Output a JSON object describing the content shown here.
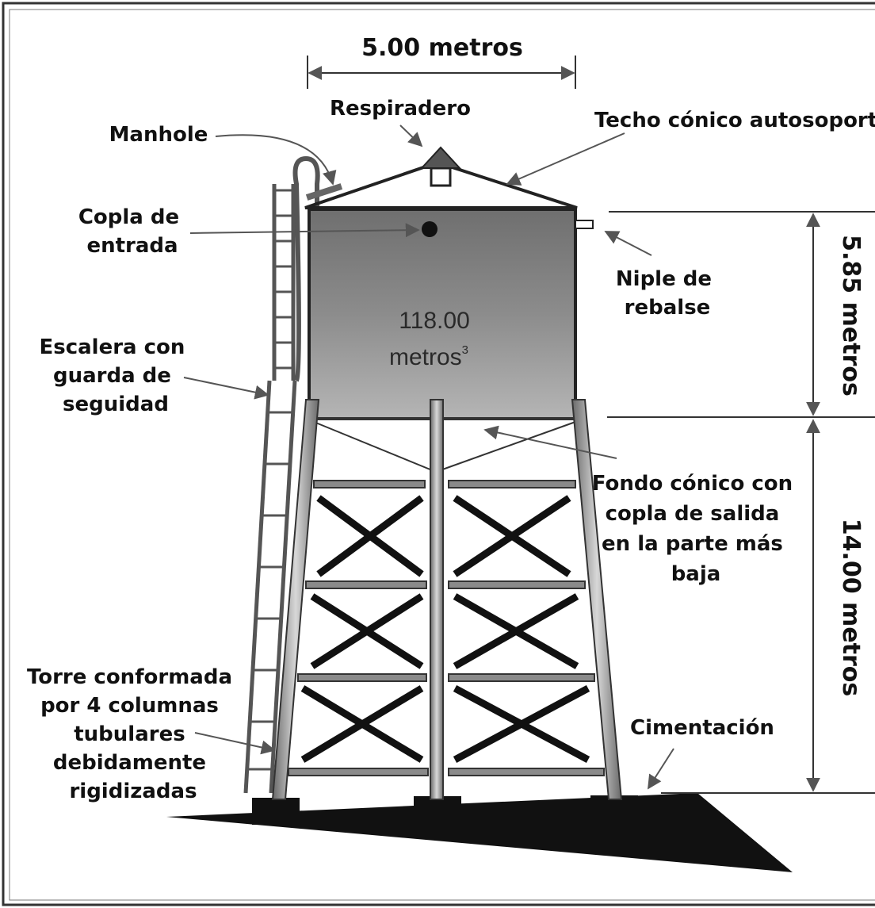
{
  "dimensions": {
    "width_label": "5.00 metros",
    "tank_height_label": "5.85 metros",
    "tower_height_label": "14.00 metros"
  },
  "labels": {
    "respiradero": "Respiradero",
    "techo": "Techo cónico autosoport",
    "manhole": "Manhole",
    "copla_entrada": [
      "Copla de",
      "entrada"
    ],
    "niple": [
      "Niple de",
      "rebalse"
    ],
    "escalera": [
      "Escalera con",
      "guarda de",
      "seguidad"
    ],
    "fondo": [
      "Fondo cónico con",
      "copla de salida",
      "en la parte más",
      "baja"
    ],
    "torre": [
      "Torre conformada",
      "por 4 columnas",
      "tubulares",
      "debidamente",
      "rigidizadas"
    ],
    "cimentacion": "Cimentación"
  },
  "tank_volume": [
    "118.00",
    "metros",
    "3"
  ]
}
